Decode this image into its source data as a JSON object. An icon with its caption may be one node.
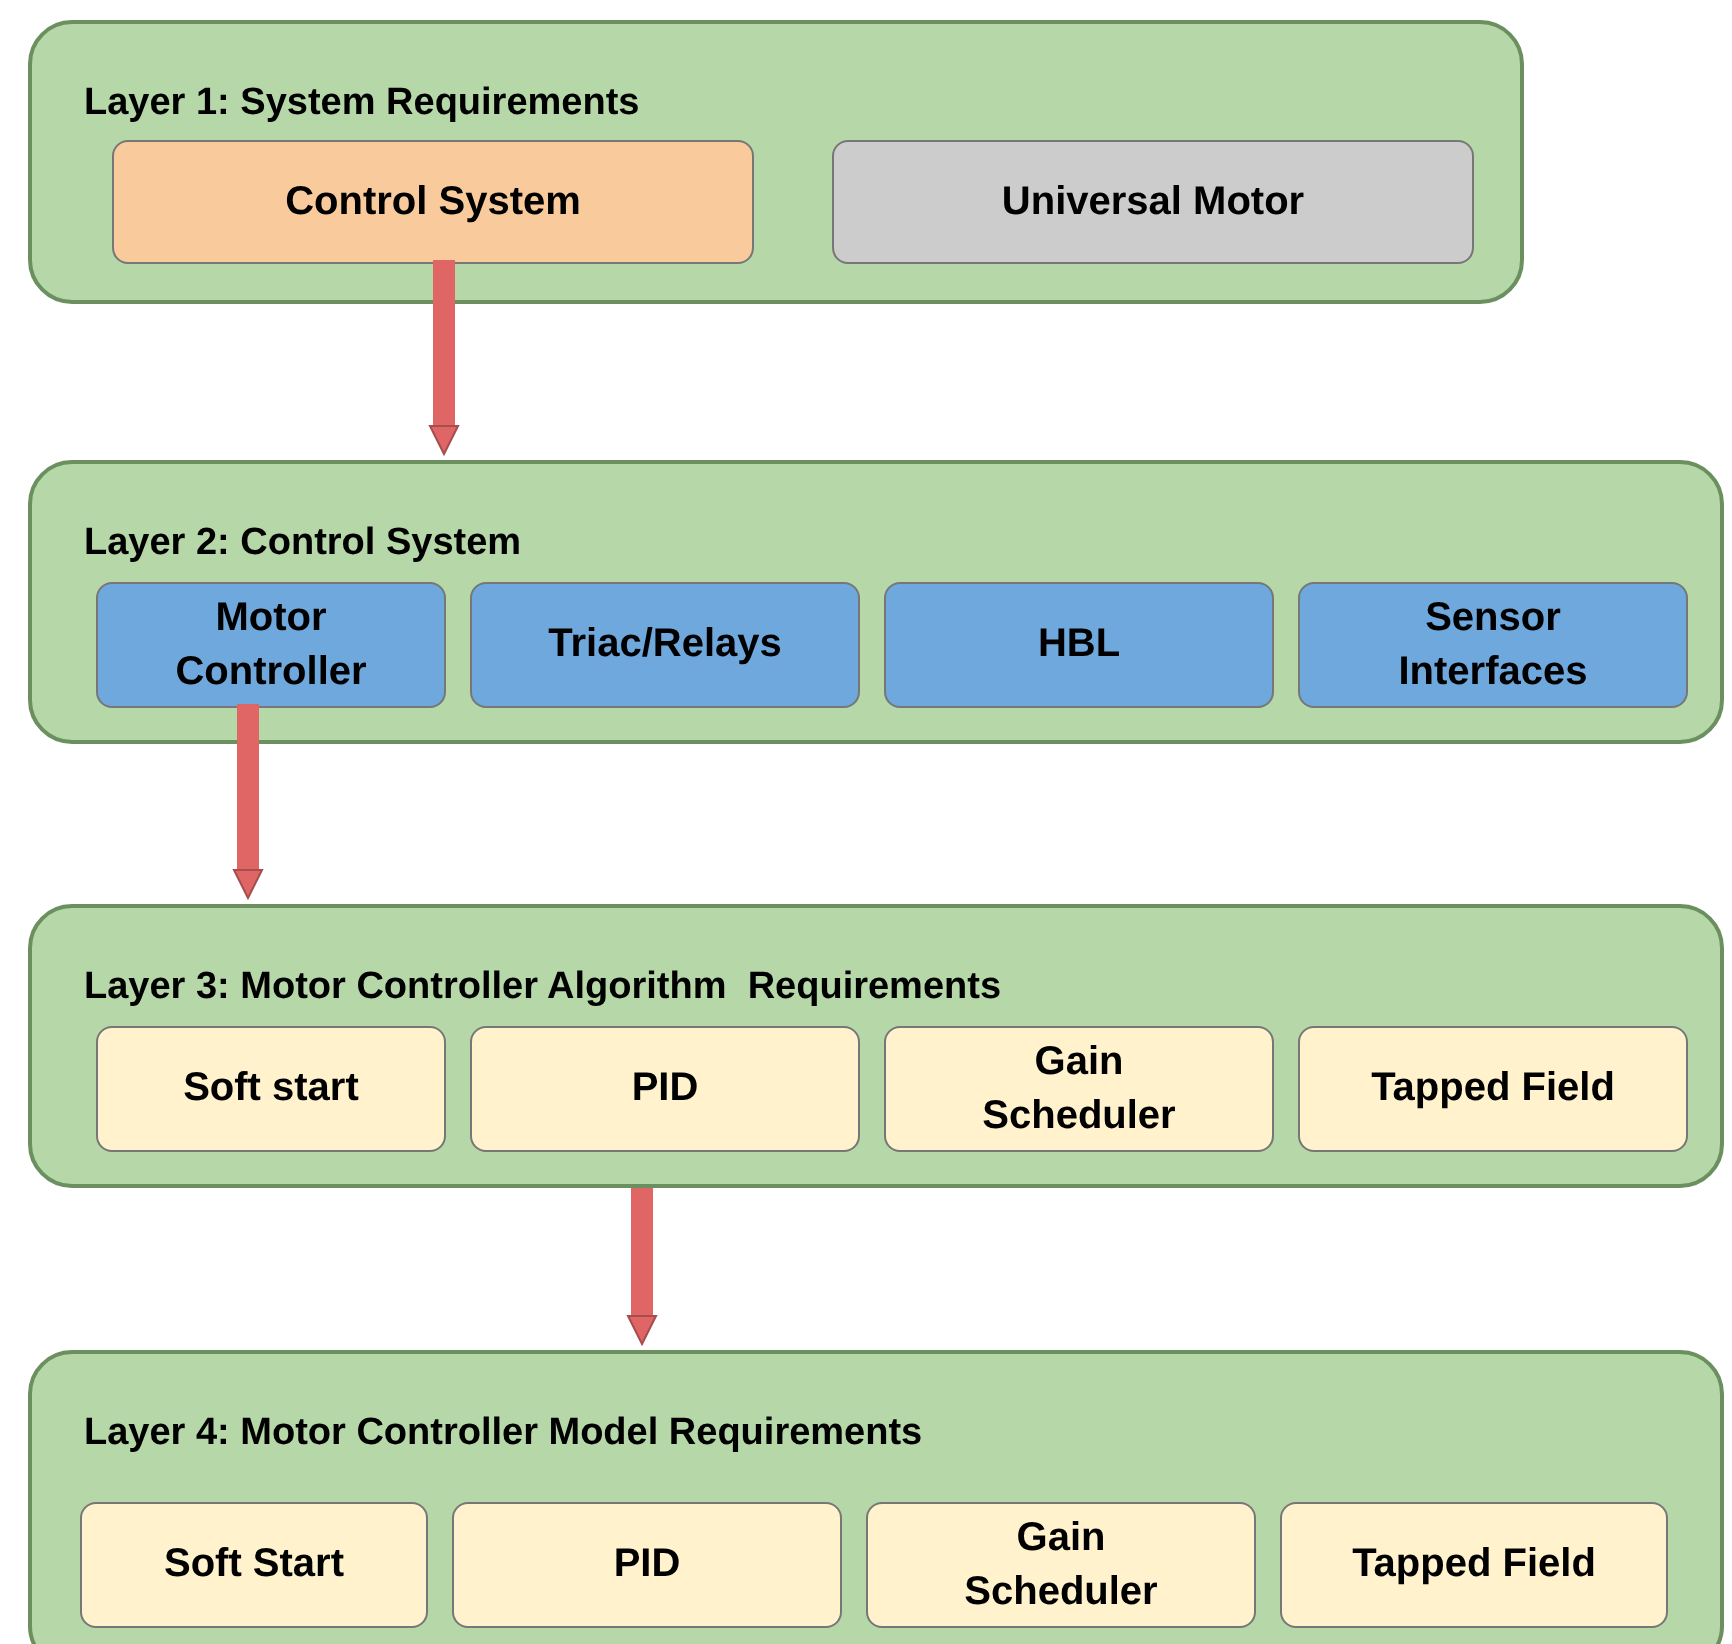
{
  "diagram": {
    "nodes": [
      {
        "text": [
          "Layer 1: System Requirements"
        ]
      },
      {
        "text": [
          "Control System"
        ],
        "in": 0
      },
      {
        "text": [
          "Universal Motor"
        ],
        "in": 0
      },
      {
        "text": [
          "Layer 2: Control System"
        ]
      },
      {
        "text": [
          "Motor Controller"
        ],
        "in": 3
      },
      {
        "text": [
          "Triac/Relays"
        ],
        "in": 3
      },
      {
        "text": [
          "HBL"
        ],
        "in": 3
      },
      {
        "text": [
          "Sensor Interfaces"
        ],
        "in": 3
      },
      {
        "text": [
          "Layer 3: Motor Controller Algorithm  Requirements"
        ]
      },
      {
        "text": [
          "Soft start"
        ],
        "in": 8
      },
      {
        "text": [
          "PID"
        ],
        "in": 8
      },
      {
        "text": [
          "Gain Scheduler"
        ],
        "in": 8
      },
      {
        "text": [
          "Tapped Field"
        ],
        "in": 8
      },
      {
        "text": [
          "Layer 4: Motor Controller Model Requirements"
        ]
      },
      {
        "text": [
          "Soft Start"
        ],
        "in": 13
      },
      {
        "text": [
          "PID"
        ],
        "in": 13
      },
      {
        "text": [
          "Gain Scheduler"
        ],
        "in": 13
      },
      {
        "text": [
          "Tapped Field"
        ],
        "in": 13
      }
    ],
    "edges": [
      {
        "from": 1,
        "to": 3,
        "arrow": "to"
      },
      {
        "from": 4,
        "to": 8,
        "arrow": "to"
      },
      {
        "from": 8,
        "to": 13,
        "arrow": "to"
      }
    ]
  }
}
